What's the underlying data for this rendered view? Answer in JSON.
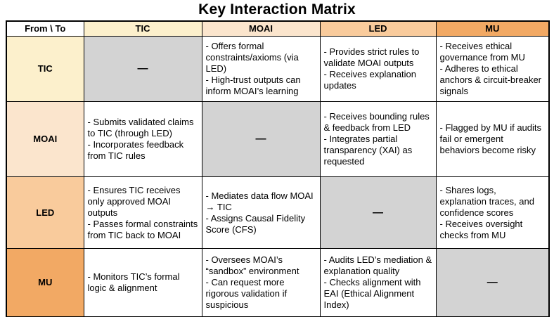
{
  "title": "Key Interaction Matrix",
  "colors": {
    "tic_header": "#FCF0CC",
    "moai_header": "#FBE5CD",
    "led_header": "#F9CB9C",
    "mu_header": "#F2A964",
    "diagonal_gray": "#D3D3D3",
    "border": "#000000"
  },
  "matrix": {
    "corner_label": "From \\ To",
    "columns": [
      "TIC",
      "MOAI",
      "LED",
      "MU"
    ],
    "rows": [
      {
        "label": "TIC",
        "cells": [
          {
            "dash": "—"
          },
          {
            "items": [
              "- Offers formal constraints/axioms (via LED)",
              "- High-trust outputs can inform MOAI’s learning"
            ]
          },
          {
            "items": [
              "- Provides strict rules to validate MOAI outputs",
              "- Receives explanation updates"
            ]
          },
          {
            "items": [
              "- Receives ethical governance from MU",
              "- Adheres to ethical anchors & circuit-breaker signals"
            ]
          }
        ]
      },
      {
        "label": "MOAI",
        "cells": [
          {
            "items": [
              "- Submits validated claims to TIC (through LED)",
              "- Incorporates feedback from TIC rules"
            ]
          },
          {
            "dash": "—"
          },
          {
            "items": [
              "- Receives bounding rules & feedback from LED",
              "- Integrates partial transparency (XAI) as requested"
            ]
          },
          {
            "items": [
              "- Flagged by MU if audits fail or emergent behaviors become risky"
            ]
          }
        ]
      },
      {
        "label": "LED",
        "cells": [
          {
            "items": [
              "- Ensures TIC receives only approved MOAI outputs",
              "- Passes formal constraints from TIC back to MOAI"
            ]
          },
          {
            "items": [
              "- Mediates data flow MOAI → TIC",
              "- Assigns Causal Fidelity Score (CFS)"
            ]
          },
          {
            "dash": "—"
          },
          {
            "items": [
              "- Shares logs, explanation traces, and confidence scores",
              "- Receives oversight checks from MU"
            ]
          }
        ]
      },
      {
        "label": "MU",
        "cells": [
          {
            "items": [
              "- Monitors TIC’s formal logic & alignment"
            ]
          },
          {
            "items": [
              "- Oversees MOAI’s “sandbox” environment",
              "- Can request more rigorous validation if suspicious"
            ]
          },
          {
            "items": [
              "- Audits LED’s mediation & explanation quality",
              "- Checks alignment with EAI (Ethical Alignment Index)"
            ]
          },
          {
            "dash": "—"
          }
        ]
      }
    ]
  }
}
